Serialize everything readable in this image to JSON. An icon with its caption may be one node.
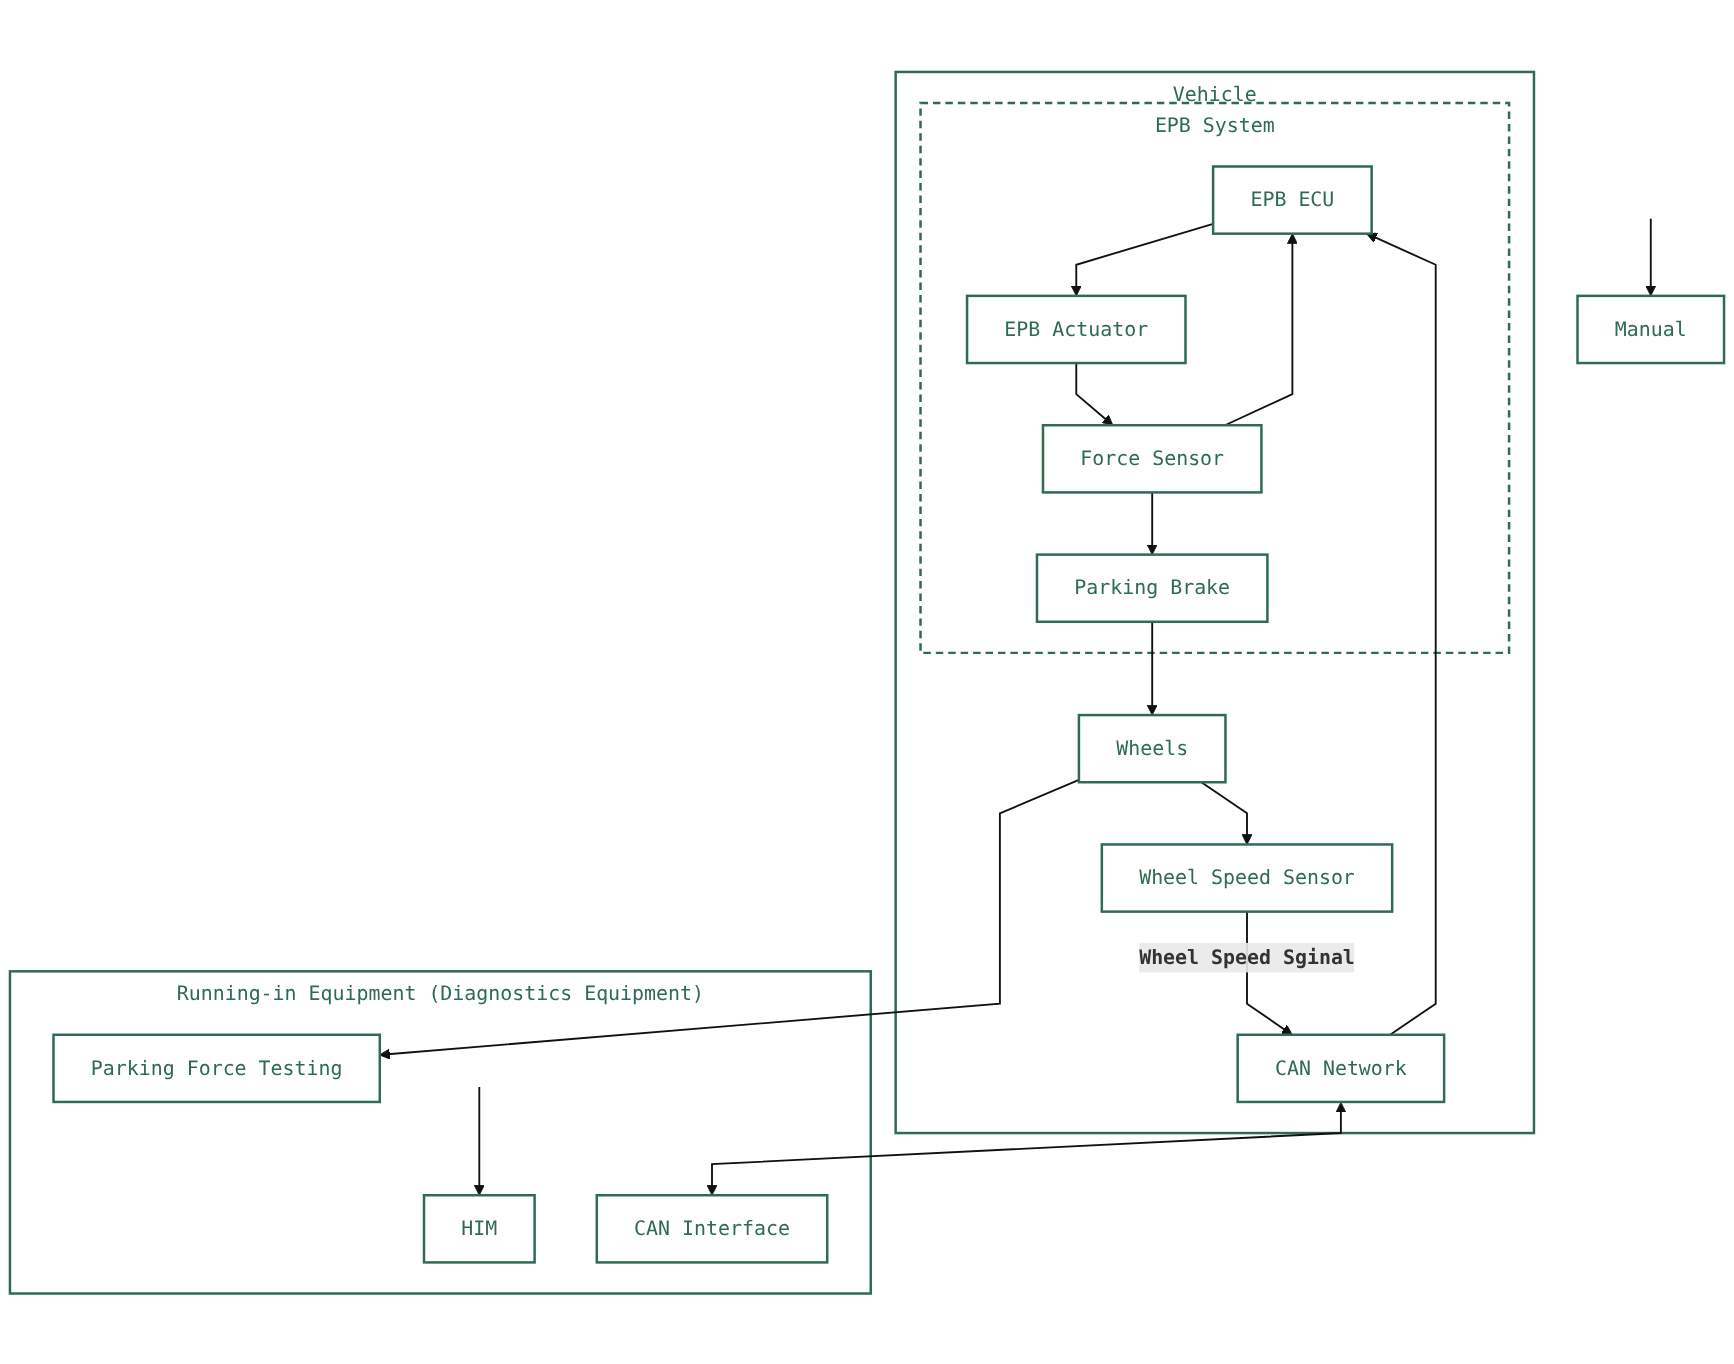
{
  "diagram": {
    "nodes": [
      {
        "text": [
          "Vehicle"
        ]
      },
      {
        "text": [
          "EPB System"
        ],
        "in": 0
      },
      {
        "text": [
          "EPB ECU"
        ],
        "in": 1
      },
      {
        "text": [
          "EPB Actuator"
        ],
        "in": 1
      },
      {
        "text": [
          "Force Sensor"
        ],
        "in": 1
      },
      {
        "text": [
          "Parking Brake"
        ],
        "in": 1
      },
      {
        "text": [
          "Wheels"
        ],
        "in": 0
      },
      {
        "text": [
          "Wheel Speed Sensor"
        ],
        "in": 0
      },
      {
        "text": [
          "CAN Network"
        ],
        "in": 0
      },
      {
        "text": [
          "Manual"
        ]
      },
      {
        "text": [
          "Running-in Equipment (Diagnostics Equipment)"
        ]
      },
      {
        "text": [
          "HIM"
        ],
        "in": 10
      },
      {
        "text": [
          "CAN Interface"
        ],
        "in": 10
      },
      {
        "text": [
          "Parking Force Testing"
        ],
        "in": 10
      }
    ],
    "edges": [
      {
        "from": 2,
        "to": 3,
        "arrow": "to"
      },
      {
        "from": 3,
        "to": 4,
        "arrow": "to"
      },
      {
        "from": 4,
        "to": 2,
        "arrow": "to"
      },
      {
        "from": 4,
        "to": 5,
        "arrow": "to"
      },
      {
        "from": 5,
        "to": 6,
        "arrow": "to"
      },
      {
        "from": 6,
        "to": 7,
        "arrow": "to"
      },
      {
        "from": 7,
        "to": 8,
        "label": "Wheel Speed Sginal",
        "arrow": "to"
      },
      {
        "from": 8,
        "to": 2,
        "arrow": "to"
      },
      {
        "from": 8,
        "to": 12,
        "arrow": "both"
      },
      {
        "from": 6,
        "to": 13,
        "arrow": "to"
      },
      {
        "from": null,
        "to": 9,
        "arrow": "to"
      },
      {
        "from": null,
        "to": 11,
        "arrow": "to"
      }
    ]
  }
}
